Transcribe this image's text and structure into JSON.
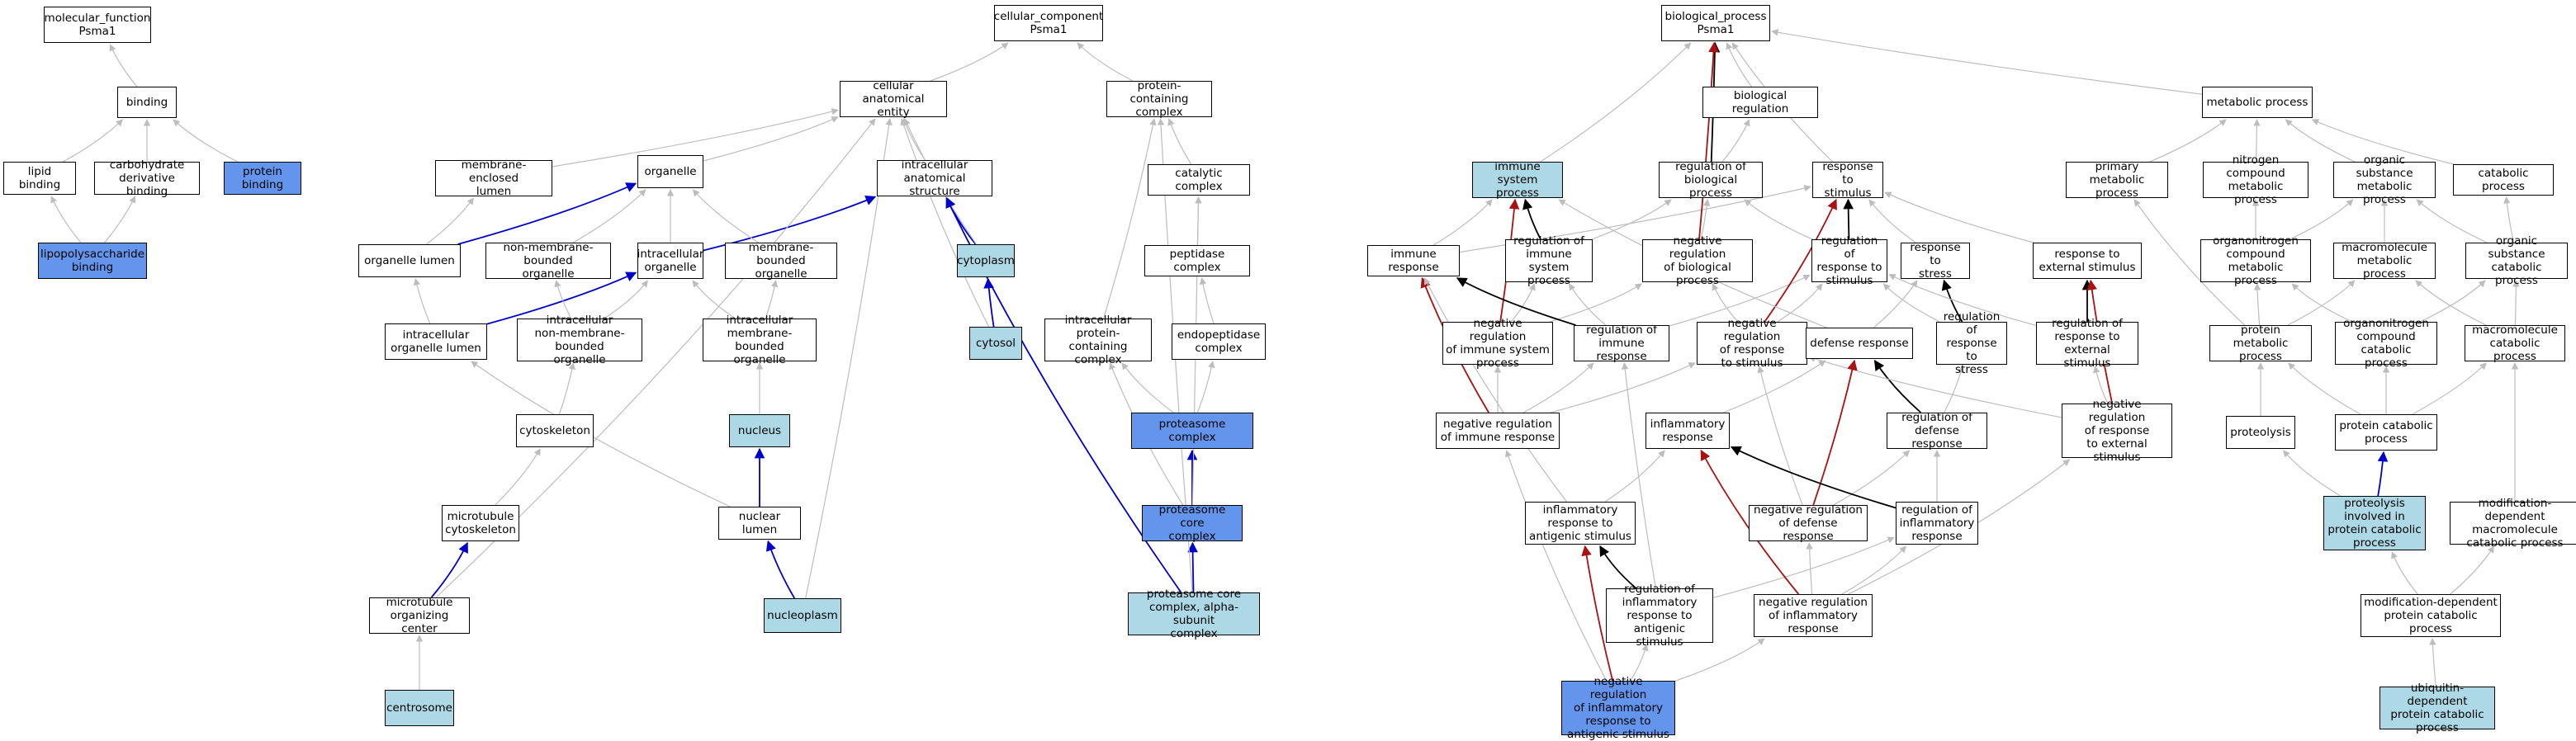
{
  "nodes": {
    "mf_root": {
      "text": "molecular_function\nPsma1",
      "style": "plain"
    },
    "binding": {
      "text": "binding",
      "style": "plain"
    },
    "lipid_binding": {
      "text": "lipid binding",
      "style": "plain"
    },
    "carb_binding": {
      "text": "carbohydrate\nderivative binding",
      "style": "plain"
    },
    "protein_binding": {
      "text": "protein binding",
      "style": "dark"
    },
    "lps_binding": {
      "text": "lipopolysaccharide\nbinding",
      "style": "dark"
    },
    "cc_root": {
      "text": "cellular_component\nPsma1",
      "style": "plain"
    },
    "cae": {
      "text": "cellular anatomical\nentity",
      "style": "plain"
    },
    "pcc": {
      "text": "protein-containing\ncomplex",
      "style": "plain"
    },
    "mel": {
      "text": "membrane-enclosed\nlumen",
      "style": "plain"
    },
    "organelle": {
      "text": "organelle",
      "style": "plain"
    },
    "ias": {
      "text": "intracellular\nanatomical structure",
      "style": "plain"
    },
    "catalytic": {
      "text": "catalytic complex",
      "style": "plain"
    },
    "org_lumen": {
      "text": "organelle lumen",
      "style": "plain"
    },
    "nmbo": {
      "text": "non-membrane-bounded\norganelle",
      "style": "plain"
    },
    "intra_org": {
      "text": "intracellular\norganelle",
      "style": "plain"
    },
    "mbo": {
      "text": "membrane-bounded\norganelle",
      "style": "plain"
    },
    "cytoplasm": {
      "text": "cytoplasm",
      "style": "light"
    },
    "peptidase": {
      "text": "peptidase complex",
      "style": "plain"
    },
    "iol": {
      "text": "intracellular\norganelle lumen",
      "style": "plain"
    },
    "inmbo": {
      "text": "intracellular\nnon-membrane-bounded\norganelle",
      "style": "plain"
    },
    "imbo": {
      "text": "intracellular\nmembrane-bounded\norganelle",
      "style": "plain"
    },
    "cytosol": {
      "text": "cytosol",
      "style": "light"
    },
    "ipcc": {
      "text": "intracellular\nprotein-containing\ncomplex",
      "style": "plain"
    },
    "endopep": {
      "text": "endopeptidase\ncomplex",
      "style": "plain"
    },
    "cytoskeleton": {
      "text": "cytoskeleton",
      "style": "plain"
    },
    "nucleus": {
      "text": "nucleus",
      "style": "light"
    },
    "proteasome": {
      "text": "proteasome complex",
      "style": "dark"
    },
    "mt_cytoskeleton": {
      "text": "microtubule\ncytoskeleton",
      "style": "plain"
    },
    "nuclear_lumen": {
      "text": "nuclear lumen",
      "style": "plain"
    },
    "pcore": {
      "text": "proteasome core\ncomplex",
      "style": "dark"
    },
    "mtoc": {
      "text": "microtubule\norganizing center",
      "style": "plain"
    },
    "nucleoplasm": {
      "text": "nucleoplasm",
      "style": "light"
    },
    "pcore_alpha": {
      "text": "proteasome core\ncomplex, alpha-subunit\ncomplex",
      "style": "light"
    },
    "centrosome": {
      "text": "centrosome",
      "style": "light"
    },
    "bp_root": {
      "text": "biological_process\nPsma1",
      "style": "plain"
    },
    "bio_reg": {
      "text": "biological regulation",
      "style": "plain"
    },
    "metabolic": {
      "text": "metabolic process",
      "style": "plain"
    },
    "immune_sys": {
      "text": "immune system\nprocess",
      "style": "light"
    },
    "reg_bio": {
      "text": "regulation of\nbiological process",
      "style": "plain"
    },
    "resp_stim": {
      "text": "response to\nstimulus",
      "style": "plain"
    },
    "primary_met": {
      "text": "primary metabolic\nprocess",
      "style": "plain"
    },
    "nitrogen_met": {
      "text": "nitrogen compound\nmetabolic process",
      "style": "plain"
    },
    "org_sub_met": {
      "text": "organic substance\nmetabolic process",
      "style": "plain"
    },
    "catabolic": {
      "text": "catabolic process",
      "style": "plain"
    },
    "immune_resp": {
      "text": "immune response",
      "style": "plain"
    },
    "reg_immune_sys": {
      "text": "regulation of\nimmune system\nprocess",
      "style": "plain"
    },
    "neg_reg_bio": {
      "text": "negative regulation\nof biological\nprocess",
      "style": "plain"
    },
    "reg_resp_stim": {
      "text": "regulation of\nresponse to\nstimulus",
      "style": "plain"
    },
    "resp_stress": {
      "text": "response to\nstress",
      "style": "plain"
    },
    "resp_ext": {
      "text": "response to\nexternal stimulus",
      "style": "plain"
    },
    "orgn_met": {
      "text": "organonitrogen\ncompound metabolic\nprocess",
      "style": "plain"
    },
    "macro_met": {
      "text": "macromolecule\nmetabolic process",
      "style": "plain"
    },
    "org_sub_cat": {
      "text": "organic substance\ncatabolic process",
      "style": "plain"
    },
    "neg_reg_immune_sys": {
      "text": "negative regulation\nof immune system\nprocess",
      "style": "plain"
    },
    "reg_immune_resp": {
      "text": "regulation of\nimmune response",
      "style": "plain"
    },
    "neg_reg_resp_stim": {
      "text": "negative regulation\nof response\nto stimulus",
      "style": "plain"
    },
    "defense": {
      "text": "defense response",
      "style": "plain"
    },
    "reg_resp_stress": {
      "text": "regulation of\nresponse to\nstress",
      "style": "plain"
    },
    "reg_resp_ext": {
      "text": "regulation of\nresponse to\nexternal stimulus",
      "style": "plain"
    },
    "protein_met": {
      "text": "protein metabolic\nprocess",
      "style": "plain"
    },
    "orgn_cat": {
      "text": "organonitrogen\ncompound catabolic\nprocess",
      "style": "plain"
    },
    "macro_cat": {
      "text": "macromolecule\ncatabolic process",
      "style": "plain"
    },
    "neg_reg_immune_resp": {
      "text": "negative regulation\nof immune response",
      "style": "plain"
    },
    "inflam": {
      "text": "inflammatory\nresponse",
      "style": "plain"
    },
    "reg_defense": {
      "text": "regulation of\ndefense response",
      "style": "plain"
    },
    "neg_reg_resp_ext": {
      "text": "negative regulation\nof response\nto external\nstimulus",
      "style": "plain"
    },
    "proteolysis": {
      "text": "proteolysis",
      "style": "plain"
    },
    "protein_cat": {
      "text": "protein catabolic\nprocess",
      "style": "plain"
    },
    "inflam_antigen": {
      "text": "inflammatory\nresponse to\nantigenic stimulus",
      "style": "plain"
    },
    "neg_reg_defense": {
      "text": "negative regulation\nof defense response",
      "style": "plain"
    },
    "reg_inflam": {
      "text": "regulation of\ninflammatory\nresponse",
      "style": "plain"
    },
    "prot_inv": {
      "text": "proteolysis\ninvolved in\nprotein catabolic\nprocess",
      "style": "light"
    },
    "mod_dep_macro": {
      "text": "modification-dependent\nmacromolecule\ncatabolic process",
      "style": "plain"
    },
    "reg_inflam_antigen": {
      "text": "regulation of\ninflammatory\nresponse to\nantigenic stimulus",
      "style": "plain"
    },
    "neg_reg_inflam": {
      "text": "negative regulation\nof inflammatory\nresponse",
      "style": "plain"
    },
    "mod_dep_prot": {
      "text": "modification-dependent\nprotein catabolic\nprocess",
      "style": "plain"
    },
    "neg_reg_inflam_antigen": {
      "text": "negative regulation\nof inflammatory\nresponse to\nantigenic stimulus",
      "style": "dark"
    },
    "ub_dep": {
      "text": "ubiquitin-dependent\nprotein catabolic\nprocess",
      "style": "light"
    }
  },
  "edges": [
    [
      "binding",
      "mf_root",
      "is_a"
    ],
    [
      "lipid_binding",
      "binding",
      "is_a"
    ],
    [
      "carb_binding",
      "binding",
      "is_a"
    ],
    [
      "protein_binding",
      "binding",
      "is_a"
    ],
    [
      "lps_binding",
      "lipid_binding",
      "is_a"
    ],
    [
      "lps_binding",
      "carb_binding",
      "is_a"
    ],
    [
      "cae",
      "cc_root",
      "is_a"
    ],
    [
      "pcc",
      "cc_root",
      "is_a"
    ],
    [
      "mel",
      "cae",
      "is_a"
    ],
    [
      "organelle",
      "cae",
      "is_a"
    ],
    [
      "ias",
      "cae",
      "is_a"
    ],
    [
      "catalytic",
      "pcc",
      "is_a"
    ],
    [
      "org_lumen",
      "mel",
      "is_a"
    ],
    [
      "org_lumen",
      "organelle",
      "part_of"
    ],
    [
      "nmbo",
      "organelle",
      "is_a"
    ],
    [
      "intra_org",
      "organelle",
      "is_a"
    ],
    [
      "intra_org",
      "ias",
      "part_of"
    ],
    [
      "mbo",
      "organelle",
      "is_a"
    ],
    [
      "cytoplasm",
      "ias",
      "part_of"
    ],
    [
      "cytoplasm",
      "cae",
      "is_a"
    ],
    [
      "peptidase",
      "catalytic",
      "is_a"
    ],
    [
      "iol",
      "org_lumen",
      "is_a"
    ],
    [
      "iol",
      "intra_org",
      "part_of"
    ],
    [
      "inmbo",
      "nmbo",
      "is_a"
    ],
    [
      "inmbo",
      "intra_org",
      "is_a"
    ],
    [
      "imbo",
      "intra_org",
      "is_a"
    ],
    [
      "imbo",
      "mbo",
      "is_a"
    ],
    [
      "cytosol",
      "cytoplasm",
      "part_of"
    ],
    [
      "cytosol",
      "cae",
      "is_a"
    ],
    [
      "ipcc",
      "pcc",
      "is_a"
    ],
    [
      "endopep",
      "peptidase",
      "is_a"
    ],
    [
      "cytoskeleton",
      "inmbo",
      "is_a"
    ],
    [
      "nucleus",
      "imbo",
      "is_a"
    ],
    [
      "proteasome",
      "ipcc",
      "is_a"
    ],
    [
      "proteasome",
      "endopep",
      "is_a"
    ],
    [
      "mt_cytoskeleton",
      "cytoskeleton",
      "is_a"
    ],
    [
      "nuclear_lumen",
      "iol",
      "is_a"
    ],
    [
      "nuclear_lumen",
      "nucleus",
      "part_of"
    ],
    [
      "pcore",
      "proteasome",
      "part_of"
    ],
    [
      "pcore",
      "ipcc",
      "is_a"
    ],
    [
      "pcore",
      "catalytic",
      "is_a"
    ],
    [
      "mtoc",
      "mt_cytoskeleton",
      "part_of"
    ],
    [
      "mtoc",
      "cae",
      "is_a"
    ],
    [
      "nucleoplasm",
      "nuclear_lumen",
      "part_of"
    ],
    [
      "nucleoplasm",
      "cae",
      "is_a"
    ],
    [
      "pcore_alpha",
      "pcore",
      "part_of"
    ],
    [
      "pcore_alpha",
      "ias",
      "part_of"
    ],
    [
      "pcore_alpha",
      "pcc",
      "is_a"
    ],
    [
      "centrosome",
      "mtoc",
      "is_a"
    ],
    [
      "bio_reg",
      "bp_root",
      "is_a"
    ],
    [
      "metabolic",
      "bp_root",
      "is_a"
    ],
    [
      "immune_sys",
      "bp_root",
      "is_a"
    ],
    [
      "resp_stim",
      "bp_root",
      "is_a"
    ],
    [
      "reg_bio",
      "bio_reg",
      "is_a"
    ],
    [
      "reg_bio",
      "bp_root",
      "regulates"
    ],
    [
      "primary_met",
      "metabolic",
      "is_a"
    ],
    [
      "nitrogen_met",
      "metabolic",
      "is_a"
    ],
    [
      "org_sub_met",
      "metabolic",
      "is_a"
    ],
    [
      "catabolic",
      "metabolic",
      "is_a"
    ],
    [
      "immune_resp",
      "immune_sys",
      "is_a"
    ],
    [
      "immune_resp",
      "resp_stim",
      "is_a"
    ],
    [
      "reg_immune_sys",
      "reg_bio",
      "is_a"
    ],
    [
      "reg_immune_sys",
      "immune_sys",
      "regulates"
    ],
    [
      "neg_reg_bio",
      "reg_bio",
      "is_a"
    ],
    [
      "neg_reg_bio",
      "bp_root",
      "neg_regulates"
    ],
    [
      "reg_resp_stim",
      "reg_bio",
      "is_a"
    ],
    [
      "reg_resp_stim",
      "resp_stim",
      "regulates"
    ],
    [
      "resp_stress",
      "resp_stim",
      "is_a"
    ],
    [
      "resp_ext",
      "resp_stim",
      "is_a"
    ],
    [
      "orgn_met",
      "nitrogen_met",
      "is_a"
    ],
    [
      "orgn_met",
      "org_sub_met",
      "is_a"
    ],
    [
      "macro_met",
      "org_sub_met",
      "is_a"
    ],
    [
      "org_sub_cat",
      "org_sub_met",
      "is_a"
    ],
    [
      "org_sub_cat",
      "catabolic",
      "is_a"
    ],
    [
      "neg_reg_immune_sys",
      "reg_immune_sys",
      "is_a"
    ],
    [
      "neg_reg_immune_sys",
      "neg_reg_bio",
      "is_a"
    ],
    [
      "neg_reg_immune_sys",
      "immune_sys",
      "neg_regulates"
    ],
    [
      "reg_immune_resp",
      "reg_immune_sys",
      "is_a"
    ],
    [
      "reg_immune_resp",
      "reg_resp_stim",
      "is_a"
    ],
    [
      "reg_immune_resp",
      "immune_resp",
      "regulates"
    ],
    [
      "neg_reg_resp_stim",
      "reg_resp_stim",
      "is_a"
    ],
    [
      "neg_reg_resp_stim",
      "neg_reg_bio",
      "is_a"
    ],
    [
      "neg_reg_resp_stim",
      "resp_stim",
      "neg_regulates"
    ],
    [
      "defense",
      "resp_stress",
      "is_a"
    ],
    [
      "defense",
      "immune_sys",
      "is_a"
    ],
    [
      "reg_resp_stress",
      "reg_resp_stim",
      "is_a"
    ],
    [
      "reg_resp_stress",
      "resp_stress",
      "regulates"
    ],
    [
      "reg_resp_ext",
      "reg_resp_stim",
      "is_a"
    ],
    [
      "reg_resp_ext",
      "resp_ext",
      "regulates"
    ],
    [
      "protein_met",
      "primary_met",
      "is_a"
    ],
    [
      "protein_met",
      "macro_met",
      "is_a"
    ],
    [
      "protein_met",
      "orgn_met",
      "is_a"
    ],
    [
      "orgn_cat",
      "orgn_met",
      "is_a"
    ],
    [
      "orgn_cat",
      "org_sub_cat",
      "is_a"
    ],
    [
      "macro_cat",
      "macro_met",
      "is_a"
    ],
    [
      "macro_cat",
      "org_sub_cat",
      "is_a"
    ],
    [
      "neg_reg_immune_resp",
      "reg_immune_resp",
      "is_a"
    ],
    [
      "neg_reg_immune_resp",
      "neg_reg_immune_sys",
      "is_a"
    ],
    [
      "neg_reg_immune_resp",
      "neg_reg_resp_stim",
      "is_a"
    ],
    [
      "neg_reg_immune_resp",
      "immune_resp",
      "neg_regulates"
    ],
    [
      "inflam",
      "defense",
      "is_a"
    ],
    [
      "reg_defense",
      "reg_resp_stress",
      "is_a"
    ],
    [
      "reg_defense",
      "defense",
      "regulates"
    ],
    [
      "neg_reg_resp_ext",
      "reg_resp_ext",
      "is_a"
    ],
    [
      "neg_reg_resp_ext",
      "neg_reg_resp_stim",
      "is_a"
    ],
    [
      "neg_reg_resp_ext",
      "resp_ext",
      "neg_regulates"
    ],
    [
      "proteolysis",
      "protein_met",
      "is_a"
    ],
    [
      "protein_cat",
      "protein_met",
      "is_a"
    ],
    [
      "protein_cat",
      "orgn_cat",
      "is_a"
    ],
    [
      "protein_cat",
      "macro_cat",
      "is_a"
    ],
    [
      "inflam_antigen",
      "inflam",
      "is_a"
    ],
    [
      "inflam_antigen",
      "immune_resp",
      "is_a"
    ],
    [
      "neg_reg_defense",
      "reg_defense",
      "is_a"
    ],
    [
      "neg_reg_defense",
      "neg_reg_resp_stim",
      "is_a"
    ],
    [
      "neg_reg_defense",
      "defense",
      "neg_regulates"
    ],
    [
      "reg_inflam",
      "reg_defense",
      "is_a"
    ],
    [
      "reg_inflam",
      "inflam",
      "regulates"
    ],
    [
      "prot_inv",
      "proteolysis",
      "is_a"
    ],
    [
      "prot_inv",
      "protein_cat",
      "part_of"
    ],
    [
      "mod_dep_macro",
      "macro_cat",
      "is_a"
    ],
    [
      "reg_inflam_antigen",
      "reg_inflam",
      "is_a"
    ],
    [
      "reg_inflam_antigen",
      "reg_immune_resp",
      "is_a"
    ],
    [
      "reg_inflam_antigen",
      "inflam_antigen",
      "regulates"
    ],
    [
      "neg_reg_inflam",
      "reg_inflam",
      "is_a"
    ],
    [
      "neg_reg_inflam",
      "neg_reg_defense",
      "is_a"
    ],
    [
      "neg_reg_inflam",
      "neg_reg_resp_ext",
      "is_a"
    ],
    [
      "neg_reg_inflam",
      "inflam",
      "neg_regulates"
    ],
    [
      "mod_dep_prot",
      "prot_inv",
      "is_a"
    ],
    [
      "mod_dep_prot",
      "mod_dep_macro",
      "is_a"
    ],
    [
      "neg_reg_inflam_antigen",
      "reg_inflam_antigen",
      "is_a"
    ],
    [
      "neg_reg_inflam_antigen",
      "neg_reg_inflam",
      "is_a"
    ],
    [
      "neg_reg_inflam_antigen",
      "neg_reg_immune_resp",
      "is_a"
    ],
    [
      "neg_reg_inflam_antigen",
      "inflam_antigen",
      "neg_regulates"
    ],
    [
      "ub_dep",
      "mod_dep_prot",
      "is_a"
    ]
  ],
  "colors": {
    "is_a": "#bdbdbd",
    "part_of": "#0000cc",
    "regulates": "#000000",
    "neg_regulates": "#aa1111",
    "light_fill": "#add8e6",
    "dark_fill": "#6495ed"
  }
}
